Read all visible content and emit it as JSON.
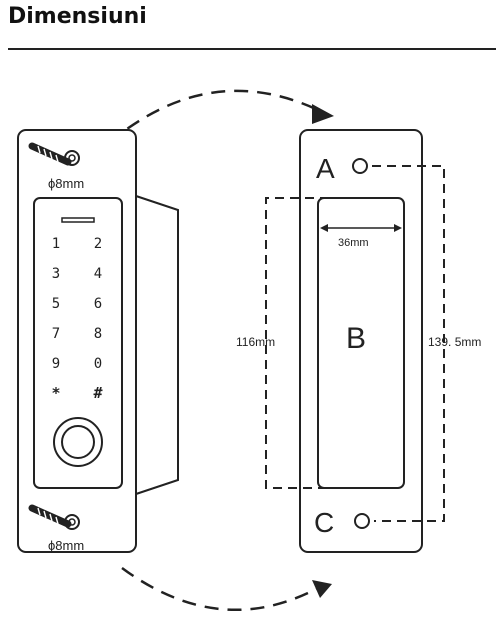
{
  "header": {
    "title": "Dimensiuni"
  },
  "device": {
    "screw_label_top": "ϕ8mm",
    "screw_label_bottom": "ϕ8mm",
    "keypad": [
      "1",
      "2",
      "3",
      "4",
      "5",
      "6",
      "7",
      "8",
      "9",
      "0",
      "*",
      "#"
    ]
  },
  "template": {
    "point_a": "A",
    "area_b": "B",
    "point_c": "C",
    "width_label": "36mm",
    "height_label": "116mm",
    "spacing_label": "139. 5mm"
  },
  "colors": {
    "line": "#222222",
    "background": "#ffffff"
  }
}
